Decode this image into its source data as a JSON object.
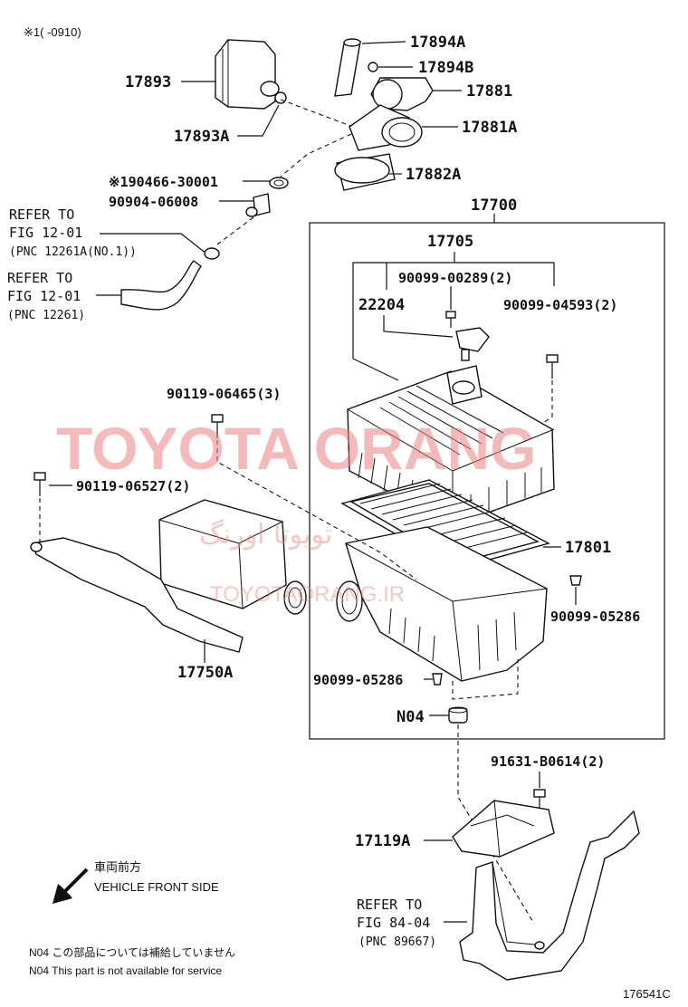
{
  "header_note": "※1(    -0910)",
  "diagram_id": "176541C",
  "watermark": {
    "main": "TOYOTA ORANG",
    "arabic": "تويوتا اورنگ",
    "sub": "TOYOTAORANG.IR"
  },
  "labels": {
    "p17893": "17893",
    "p17893A": "17893A",
    "p17894A": "17894A",
    "p17894B": "17894B",
    "p17881": "17881",
    "p17881A": "17881A",
    "p17882A": "17882A",
    "p90466": "※190466-30001",
    "p90904": "90904-06008",
    "p17700": "17700",
    "p17705": "17705",
    "p90099_00289": "90099-00289(2)",
    "p22204": "22204",
    "p90099_04593": "90099-04593(2)",
    "p90119_06465": "90119-06465(3)",
    "p90119_06527": "90119-06527(2)",
    "p17801": "17801",
    "p90099_05286_r": "90099-05286",
    "p90099_05286_l": "90099-05286",
    "p17750A": "17750A",
    "pN04": "N04",
    "p91631": "91631-B0614(2)",
    "p17119A": "17119A"
  },
  "refs": {
    "ref1": {
      "line1": "REFER TO",
      "line2": "FIG 12-01",
      "line3": "(PNC 12261A(NO.1))"
    },
    "ref2": {
      "line1": "REFER TO",
      "line2": "FIG 12-01",
      "line3": "(PNC 12261)"
    },
    "ref3": {
      "line1": "REFER TO",
      "line2": "FIG 84-04",
      "line3": "(PNC 89667)"
    }
  },
  "direction": {
    "jp": "車両前方",
    "en": "VEHICLE FRONT SIDE",
    "icon": "arrow-down-left-icon"
  },
  "footnotes": {
    "jp": "N04  この部品については補給していません",
    "en": "N04  This part is not available for service"
  }
}
